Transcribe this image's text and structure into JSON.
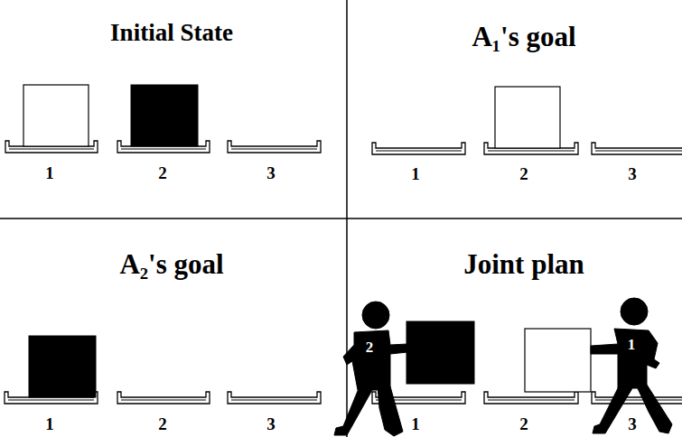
{
  "diagram": {
    "labels": [
      "Initial State",
      "1",
      "2",
      "3",
      "A₁'s goal",
      "1",
      "2",
      "3",
      "A₂'s goal",
      "1",
      "2",
      "3",
      "Joint plan",
      "2",
      "1",
      "1",
      "2",
      "3"
    ]
  }
}
